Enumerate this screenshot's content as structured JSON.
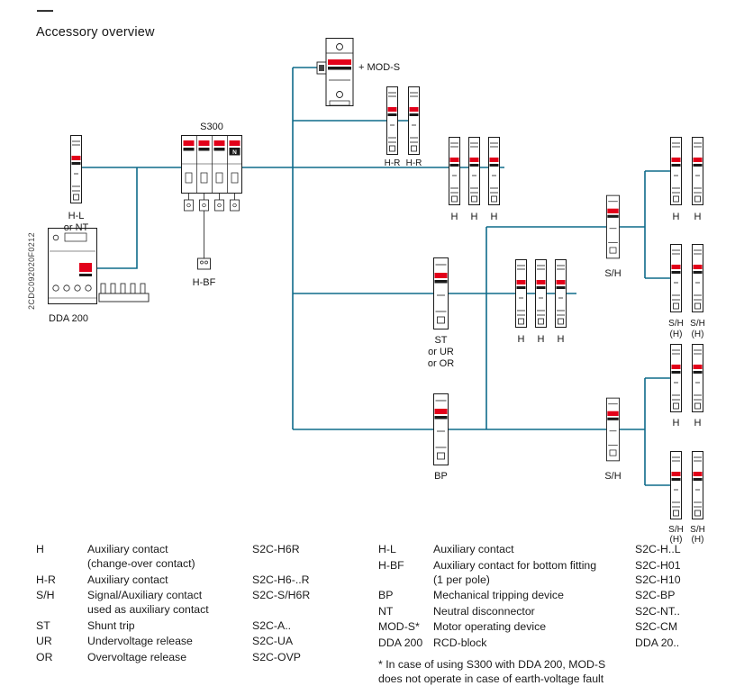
{
  "header": {
    "dash": "—",
    "title": "Accessory overview"
  },
  "side_code": "2CDC092020F0212",
  "palette": {
    "wire_blue": "#0e6b8a",
    "abb_red": "#e2001a",
    "ink": "#1a1a1a"
  },
  "diagram_labels": {
    "s300": "S300",
    "n_pole": "N",
    "h_l": "H-L",
    "h_l_alt": "or NT",
    "dda_200": "DDA 200",
    "h_bf": "H-BF",
    "mod_s": "+ MOD-S",
    "h_r": "H-R",
    "h": "H",
    "st": "ST",
    "st_alt1": "or UR",
    "st_alt2": "or OR",
    "bp": "BP",
    "sh": "S/H",
    "sh_paren": "(H)"
  },
  "legend": {
    "left": [
      {
        "term": "H",
        "desc": "Auxiliary contact\n(change-over contact)",
        "part": "S2C-H6R"
      },
      {
        "term": "H-R",
        "desc": "Auxiliary contact",
        "part": "S2C-H6-..R"
      },
      {
        "term": "S/H",
        "desc": "Signal/Auxiliary contact\nused as auxiliary contact",
        "part": "S2C-S/H6R"
      },
      {
        "term": "ST",
        "desc": "Shunt trip",
        "part": "S2C-A.."
      },
      {
        "term": "UR",
        "desc": "Undervoltage release",
        "part": "S2C-UA"
      },
      {
        "term": "OR",
        "desc": "Overvoltage release",
        "part": "S2C-OVP"
      }
    ],
    "right": [
      {
        "term": "H-L",
        "desc": "Auxiliary contact",
        "part": "S2C-H..L"
      },
      {
        "term": "H-BF",
        "desc": "Auxiliary contact for bottom fitting\n(1 per pole)",
        "part": "S2C-H01\nS2C-H10"
      },
      {
        "term": "BP",
        "desc": "Mechanical tripping device",
        "part": "S2C-BP"
      },
      {
        "term": "NT",
        "desc": "Neutral disconnector",
        "part": "S2C-NT.."
      },
      {
        "term": "MOD-S*",
        "desc": "Motor operating device",
        "part": "S2C-CM"
      },
      {
        "term": "DDA 200",
        "desc": "RCD-block",
        "part": "DDA 20.."
      }
    ],
    "footnote": "* In case of using S300 with DDA 200, MOD-S\ndoes not operate in case of earth-voltage fault"
  }
}
